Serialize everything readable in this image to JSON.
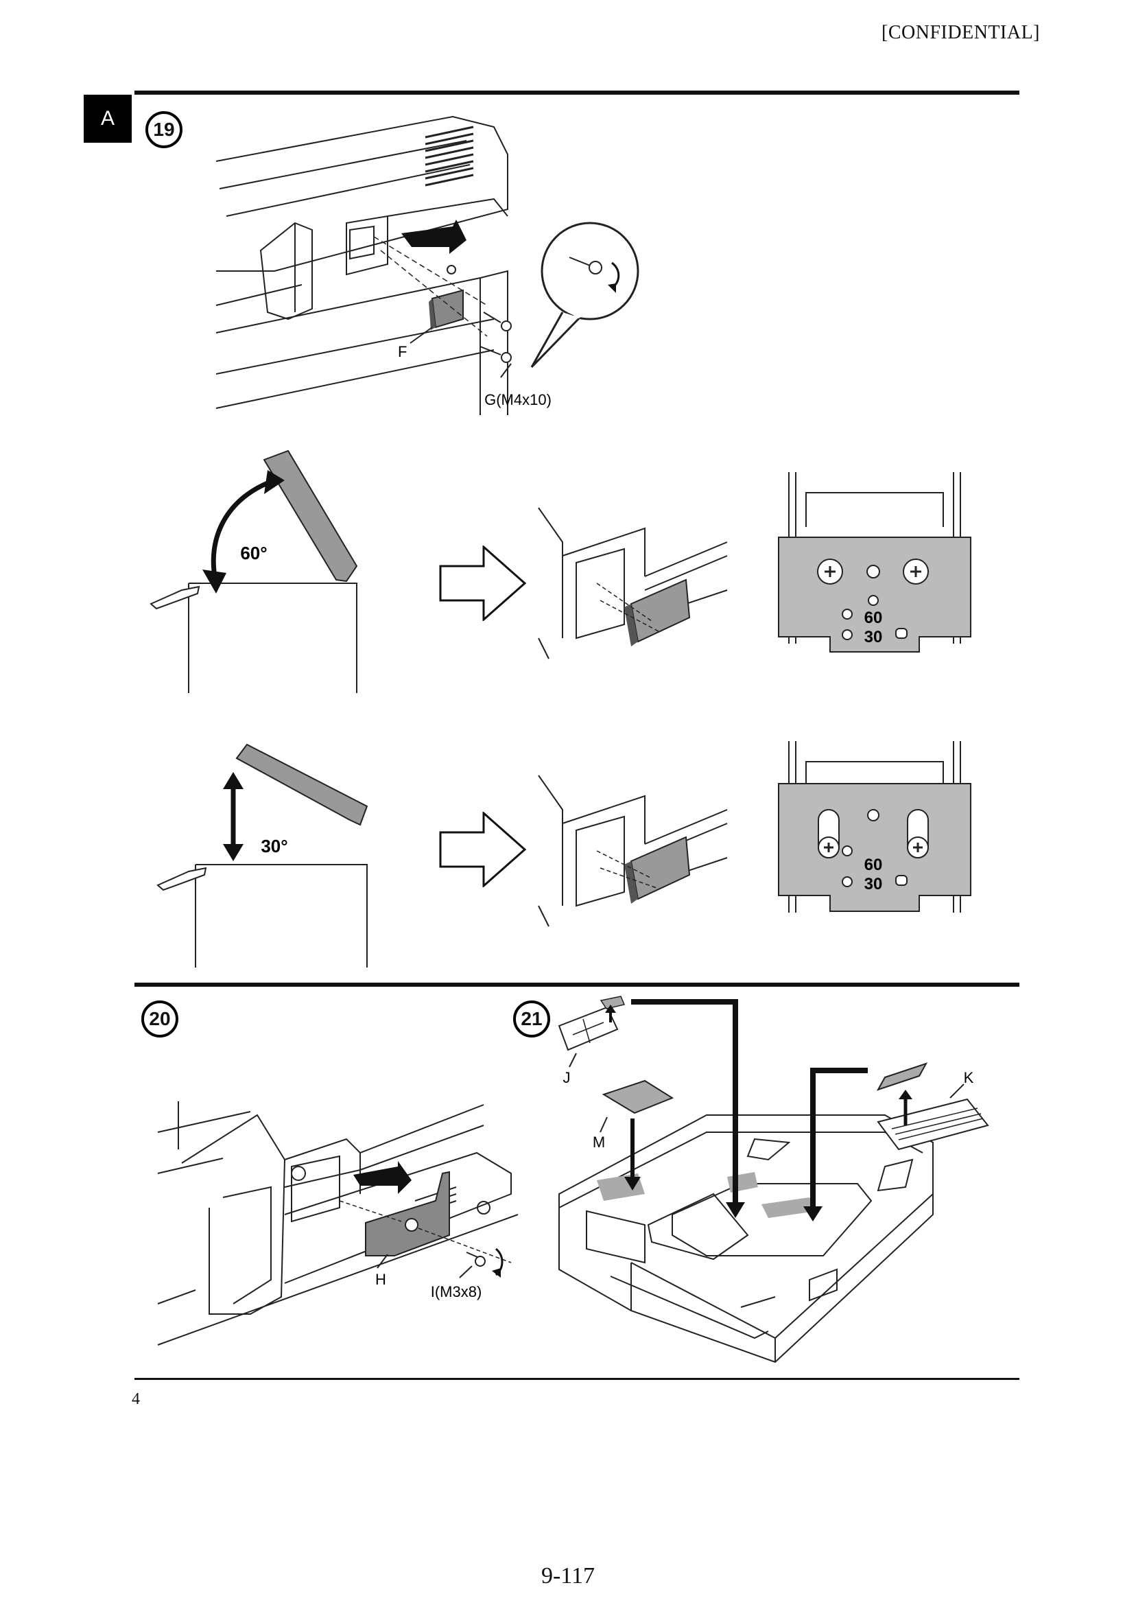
{
  "header": {
    "confidential": "[CONFIDENTIAL]",
    "section_tab": "A"
  },
  "steps": {
    "s19": {
      "number": "19",
      "labels": {
        "bracket": "F",
        "screws": "G(M4x10)"
      }
    },
    "angle_60": {
      "angle": "60°",
      "plate_upper": "60",
      "plate_lower": "30"
    },
    "angle_30": {
      "angle": "30°",
      "plate_upper": "60",
      "plate_lower": "30"
    },
    "s20": {
      "number": "20",
      "labels": {
        "cover": "H",
        "screw": "I(M3x8)"
      }
    },
    "s21": {
      "number": "21",
      "labels": {
        "sheet_j": "J",
        "sheet_m": "M",
        "sheet_k": "K"
      }
    }
  },
  "footer": {
    "note": "4",
    "page_number": "9-117"
  }
}
